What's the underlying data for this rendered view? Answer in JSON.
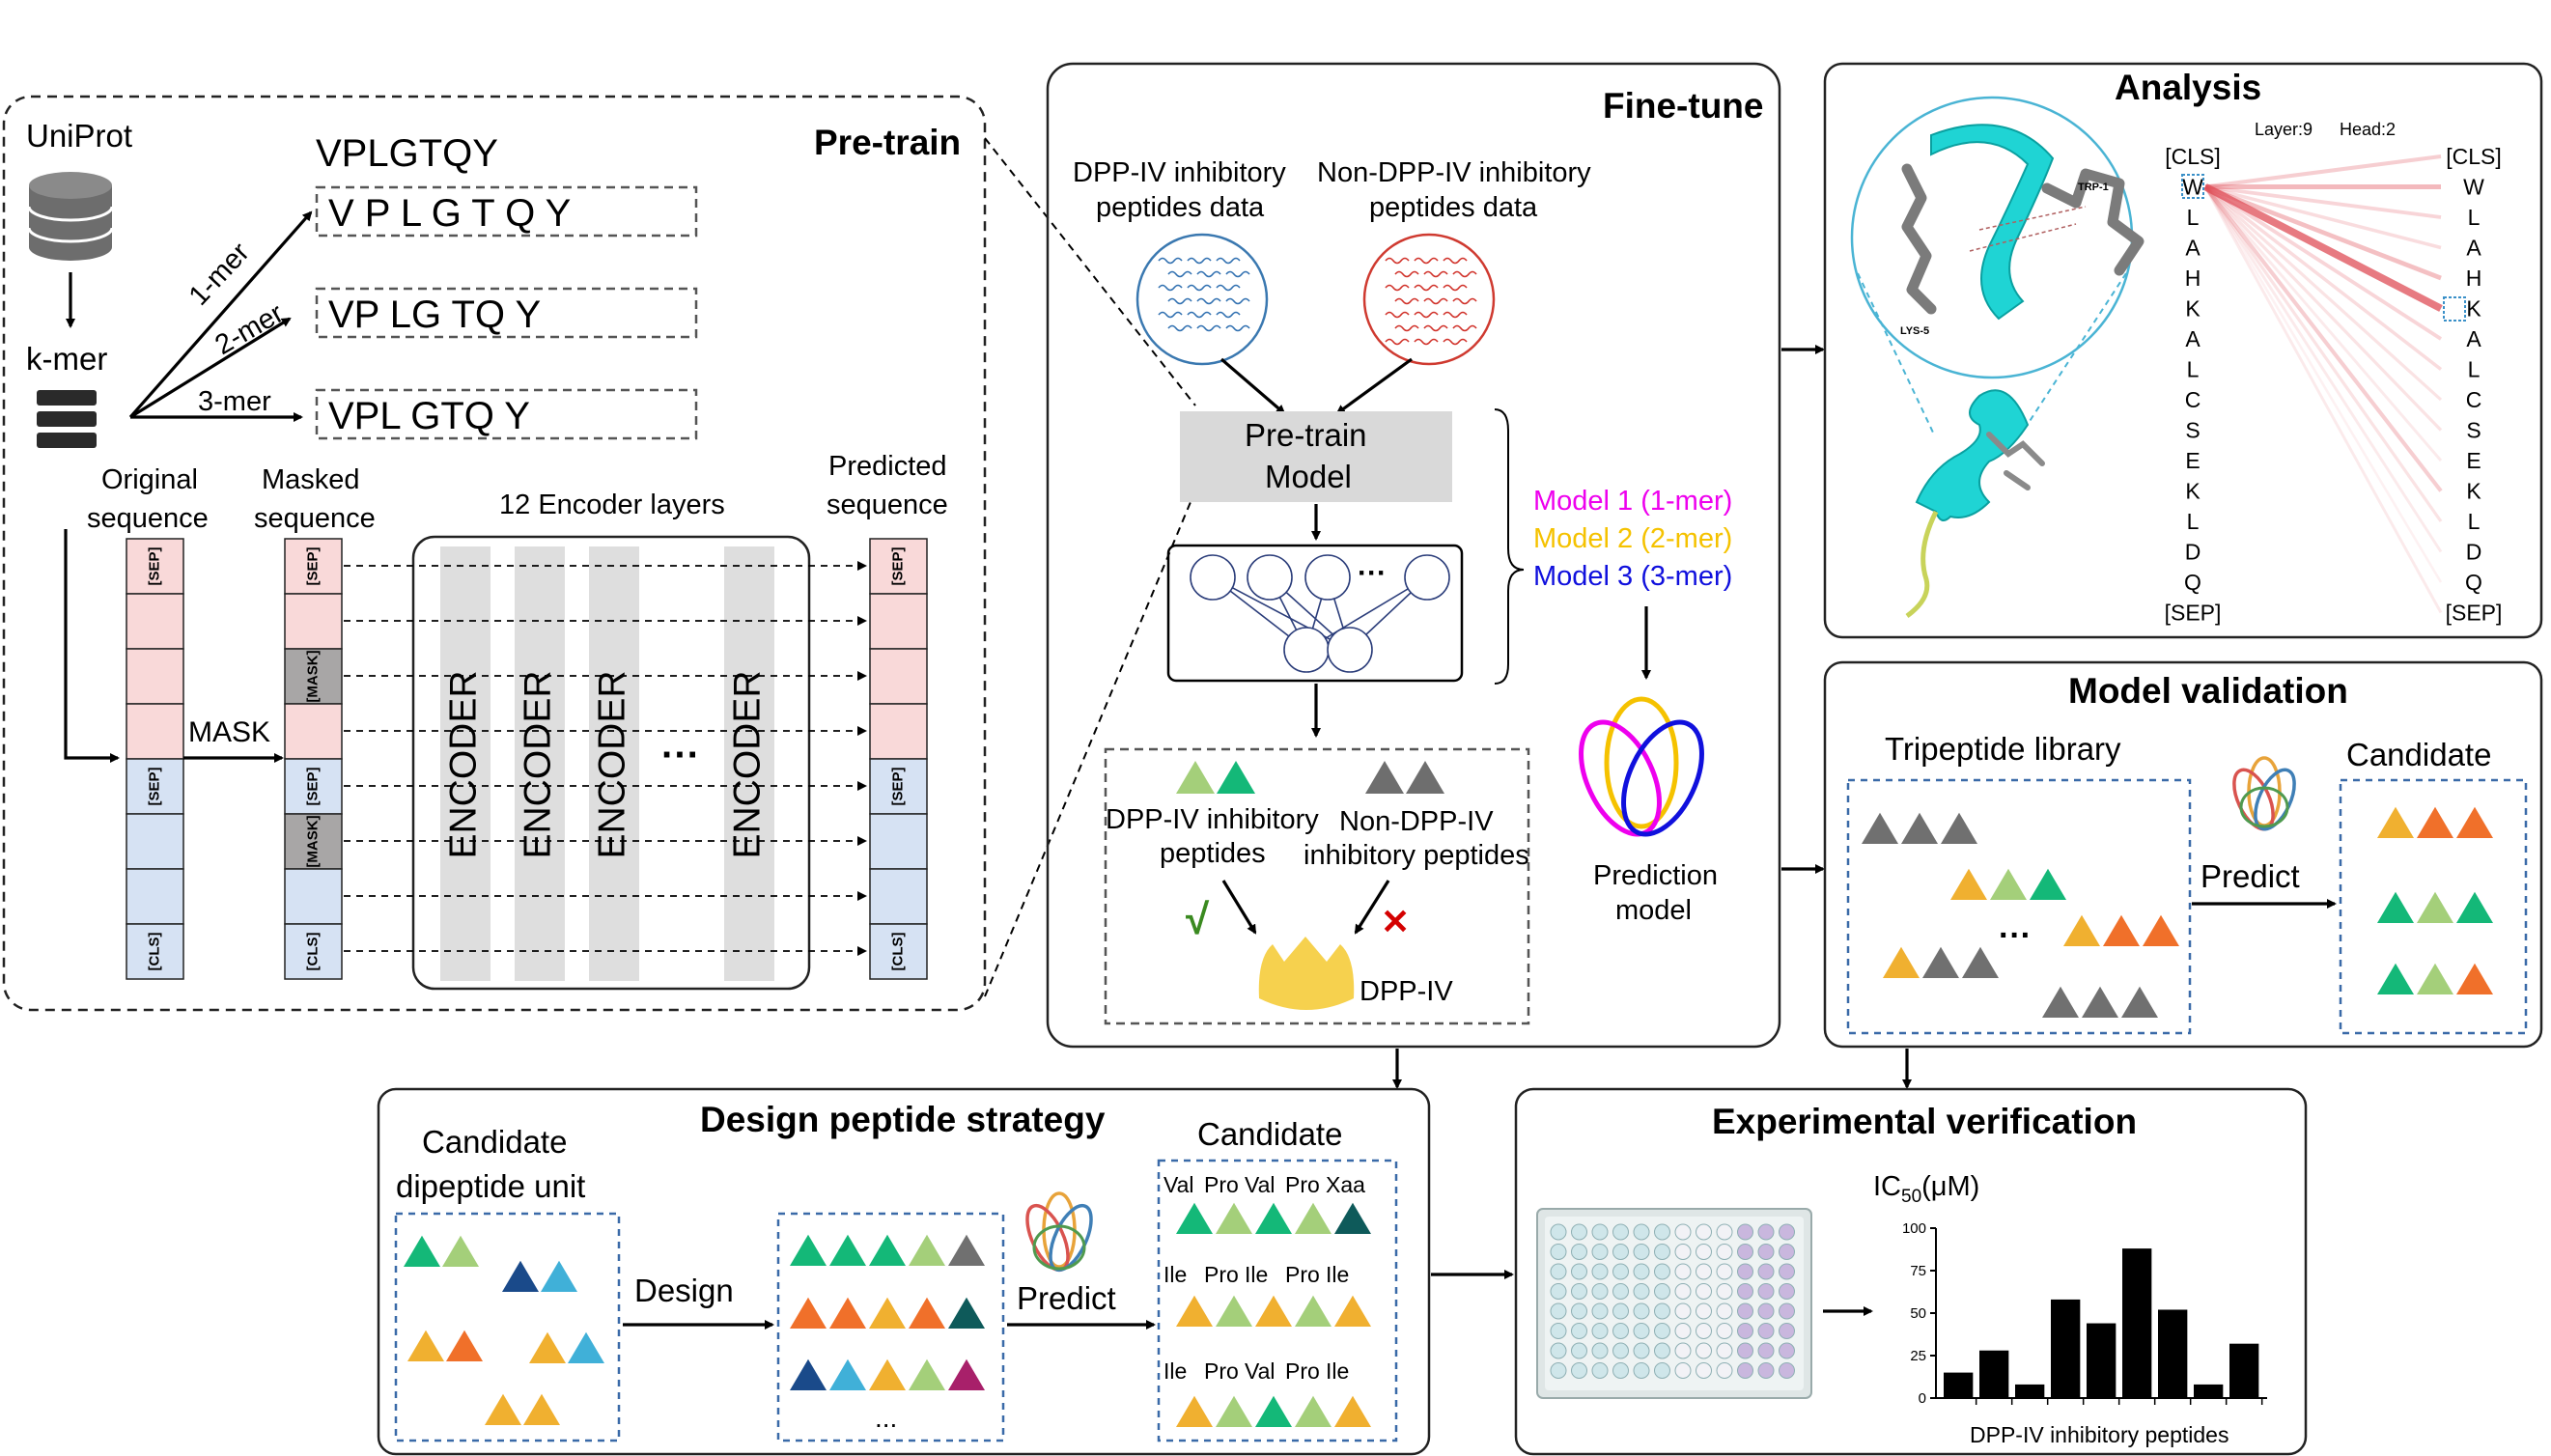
{
  "pretrain": {
    "title": "Pre-train",
    "uniprot": "UniProt",
    "kmer": "k-mer",
    "sequence": "VPLGTQY",
    "seq_1mer": "V P L G T Q Y",
    "seq_2mer": "VP LG TQ Y",
    "seq_3mer": "VPL GTQ Y",
    "arrow_1mer": "1-mer",
    "arrow_2mer": "2-mer",
    "arrow_3mer": "3-mer",
    "original_seq": [
      "Original",
      "sequence"
    ],
    "masked_seq": [
      "Masked",
      "sequence"
    ],
    "predicted_seq": [
      "Predicted",
      "sequence"
    ],
    "encoder_layers": "12 Encoder layers",
    "mask_label": "MASK",
    "encoder": "ENCODER",
    "ellipsis": "···",
    "tokens_original": [
      "[SEP]",
      "",
      "",
      "",
      "[SEP]",
      "",
      "",
      "[CLS]"
    ],
    "tokens_masked": [
      "[SEP]",
      "",
      "[MASK]",
      "",
      "[SEP]",
      "[MASK]",
      "",
      "[CLS]"
    ],
    "tokens_predicted": [
      "[SEP]",
      "",
      "",
      "",
      "[SEP]",
      "",
      "",
      "[CLS]"
    ]
  },
  "finetune": {
    "title": "Fine-tune",
    "dpp_data": [
      "DPP-IV inhibitory",
      "peptides data"
    ],
    "non_data": [
      "Non-DPP-IV inhibitory",
      "peptides data"
    ],
    "pretrain_model": [
      "Pre-train",
      "Model"
    ],
    "model1": "Model 1 (1-mer)",
    "model2": "Model 2 (2-mer)",
    "model3": "Model 3 (3-mer)",
    "dpp_peptides": [
      "DPP-IV inhibitory",
      "peptides"
    ],
    "non_peptides": [
      "Non-DPP-IV",
      "inhibitory peptides"
    ],
    "check": "√",
    "cross": "✕",
    "dppiv": "DPP-IV",
    "prediction_model": [
      "Prediction",
      "model"
    ],
    "dots": "···",
    "colors": {
      "model1": "#ee00ee",
      "model2": "#f5c200",
      "model3": "#1010dd"
    }
  },
  "analysis": {
    "title": "Analysis",
    "layer": "Layer:9",
    "head": "Head:2",
    "trp": "TRP-1",
    "lys": "LYS-5",
    "left_tokens": [
      "[CLS]",
      "W",
      "L",
      "A",
      "H",
      "K",
      "A",
      "L",
      "C",
      "S",
      "E",
      "K",
      "L",
      "D",
      "Q",
      "[SEP]"
    ],
    "right_tokens": [
      "[CLS]",
      "W",
      "L",
      "A",
      "H",
      "K",
      "A",
      "L",
      "C",
      "S",
      "E",
      "K",
      "L",
      "D",
      "Q",
      "[SEP]"
    ]
  },
  "validation": {
    "title": "Model validation",
    "library": "Tripeptide library",
    "candidate": "Candidate",
    "predict": "Predict",
    "dots": "···"
  },
  "design": {
    "title": "Design peptide strategy",
    "unit": [
      "Candidate",
      "dipeptide unit"
    ],
    "design": "Design",
    "predict": "Predict",
    "candidate": "Candidate",
    "dots": "...",
    "row1": [
      "Val",
      "Pro",
      "Val",
      "Pro",
      "Xaa"
    ],
    "row2": [
      "Ile",
      "Pro",
      "Ile",
      "Pro",
      "Ile"
    ],
    "row3": [
      "Ile",
      "Pro",
      "Val",
      "Pro",
      "Ile"
    ]
  },
  "experiment": {
    "title": "Experimental verification",
    "ylabel_main": "IC",
    "ylabel_sub": "50",
    "ylabel_unit": "(μM)",
    "xlabel": "DPP-IV inhibitory peptides"
  },
  "chart_data": {
    "type": "bar",
    "title": "",
    "xlabel": "DPP-IV inhibitory peptides",
    "ylabel": "IC50(μM)",
    "ylim": [
      0,
      100
    ],
    "yticks": [
      0,
      25,
      50,
      75,
      100
    ],
    "values": [
      15,
      28,
      8,
      58,
      44,
      88,
      52,
      8,
      32
    ]
  }
}
